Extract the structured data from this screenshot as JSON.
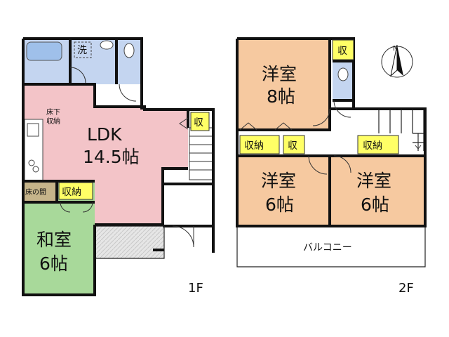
{
  "floor1": {
    "floor_label": "1F",
    "ldk_name": "LDK",
    "ldk_size": "14.5帖",
    "underfloor_storage_line1": "床下",
    "underfloor_storage_line2": "収納",
    "wash_label": "洗",
    "storage_small": "収",
    "tokonoma": "床の間",
    "closet": "収納",
    "washitsu_name": "和室",
    "washitsu_size": "6帖"
  },
  "floor2": {
    "floor_label": "2F",
    "room_a_name": "洋室",
    "room_a_size": "8帖",
    "room_a_storage": "収",
    "closet_left": "収納",
    "closet_left_small": "収",
    "closet_right": "収納",
    "room_b_name": "洋室",
    "room_b_size": "6帖",
    "room_c_name": "洋室",
    "room_c_size": "6帖",
    "balcony": "バルコニー"
  },
  "compass": {
    "north_label": "N"
  },
  "colors": {
    "ldk": "#f3c4c8",
    "washitsu": "#a8d99a",
    "yoshitsu": "#f6c9a0",
    "wet_area": "#c4d5f0",
    "storage_label": "#ffff66",
    "tokonoma": "#c6b48a",
    "entrance_tile": "#e3e3e3"
  }
}
